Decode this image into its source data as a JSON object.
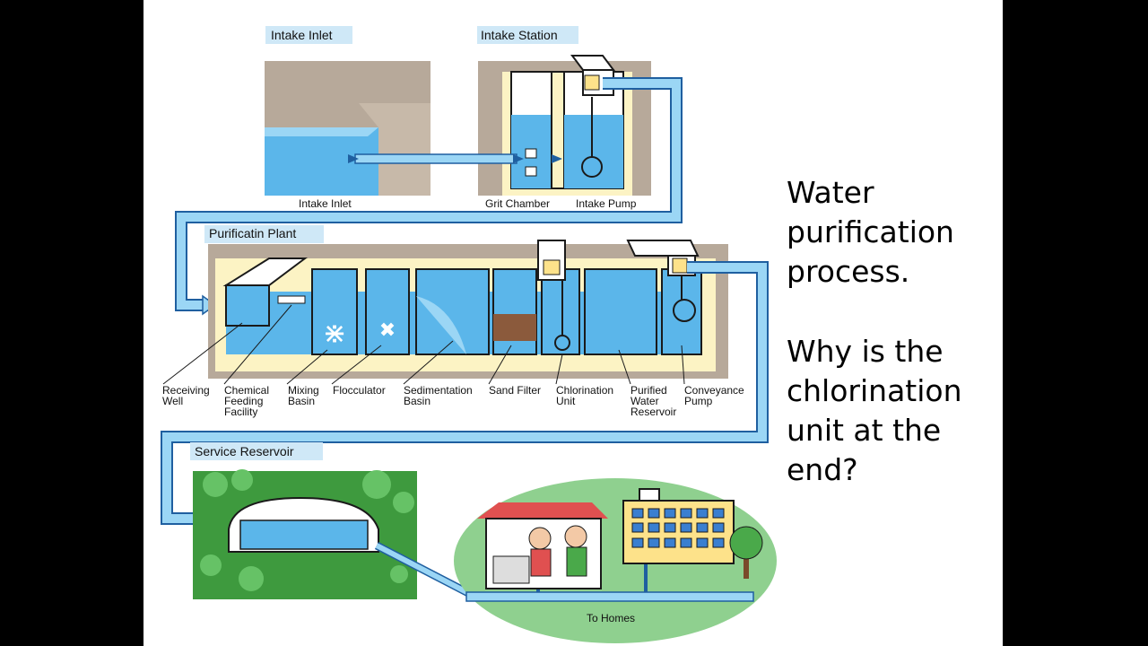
{
  "sections": {
    "intake_inlet": "Intake Inlet",
    "intake_station": "Intake Station",
    "purification_plant": "Purificatin Plant",
    "service_reservoir": "Service Reservoir"
  },
  "labels": {
    "intake_inlet": "Intake Inlet",
    "grit_chamber": "Grit Chamber",
    "intake_pump": "Intake Pump",
    "receiving_well": [
      "Receiving",
      "Well"
    ],
    "chemical_feeding_facility": [
      "Chemical",
      "Feeding",
      "Facility"
    ],
    "mixing_basin": [
      "Mixing",
      "Basin"
    ],
    "flocculator": "Flocculator",
    "sedimentation_basin": [
      "Sedimentation",
      "Basin"
    ],
    "sand_filter": "Sand Filter",
    "chlorination_unit": [
      "Chlorination",
      "Unit"
    ],
    "purified_water_reservoir": [
      "Purified",
      "Water",
      "Reservoir"
    ],
    "conveyance_pump": [
      "Conveyance",
      "Pump"
    ],
    "to_homes": "To Homes"
  },
  "side_text": {
    "title_lines": [
      "Water",
      "purification",
      "process."
    ],
    "question_lines": [
      "Why is the",
      "chlorination",
      "unit at the",
      "end?"
    ]
  },
  "colors": {
    "water": "#5bb6ea",
    "pipe": "#7fc6f0",
    "pipe_outline": "#1f5fa0",
    "ground": "#b7a99a",
    "concrete": "#fcf3c4",
    "grass": "#4aa94a",
    "homes_field": "#8fd08f"
  }
}
